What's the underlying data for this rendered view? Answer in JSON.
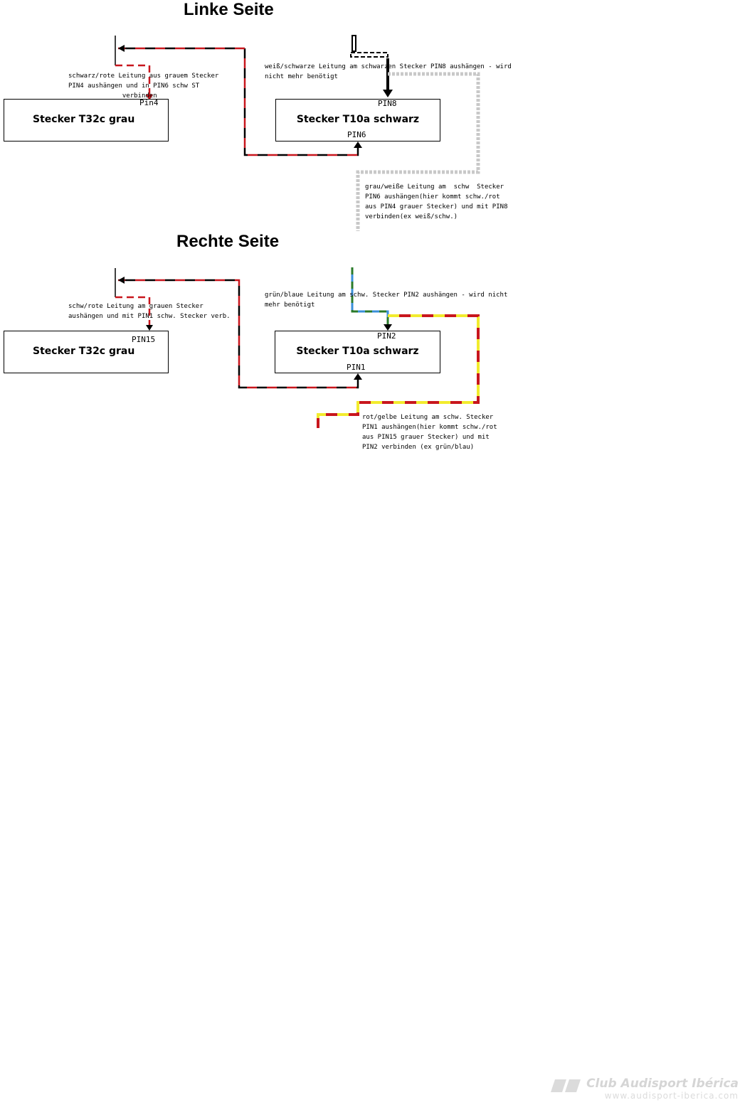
{
  "left_section": {
    "title": "Linke Seite",
    "grey_connector": {
      "label": "Stecker T32c grau",
      "pin": "Pin4"
    },
    "black_connector": {
      "label": "Stecker T10a schwarz",
      "pin_top": "PIN8",
      "pin_bottom": "PIN6"
    },
    "note_grey": "schwarz/rote Leitung aus grauem Stecker\nPIN4 aushängen und in PIN6 schw ST\n              verbinden",
    "note_top": "weiß/schwarze Leitung am schwarzen Stecker PIN8 aushängen - wird\nnicht mehr benötigt",
    "note_bottom": "grau/weiße Leitung am  schw  Stecker\nPIN6 aushängen(hier kommt schw./rot\naus PIN4 grauer Stecker) und mit PIN8\nverbinden(ex weiß/schw.)"
  },
  "right_section": {
    "title": "Rechte Seite",
    "grey_connector": {
      "label": "Stecker T32c grau",
      "pin": "PIN15"
    },
    "black_connector": {
      "label": "Stecker T10a schwarz",
      "pin_top": "PIN2",
      "pin_bottom": "PIN1"
    },
    "note_grey": "schw/rote Leitung am grauen Stecker\naushängen und mit PIN1 schw. Stecker verb.",
    "note_top": "grün/blaue Leitung am schw. Stecker PIN2 aushängen - wird nicht\nmehr benötigt",
    "note_bottom": "rot/gelbe Leitung am schw. Stecker\nPIN1 aushängen(hier kommt schw./rot\naus PIN15 grauer Stecker) und mit\nPIN2 verbinden (ex grün/blau)"
  },
  "watermark": {
    "name": "Club Audisport Ibérica",
    "url": "www.audisport-iberica.com"
  },
  "colors": {
    "red": "#c8161d",
    "black": "#000000",
    "grey": "#c8c8c8",
    "yellow": "#f2ec2e",
    "green": "#2a7a2a",
    "blue": "#3a8fd8"
  }
}
